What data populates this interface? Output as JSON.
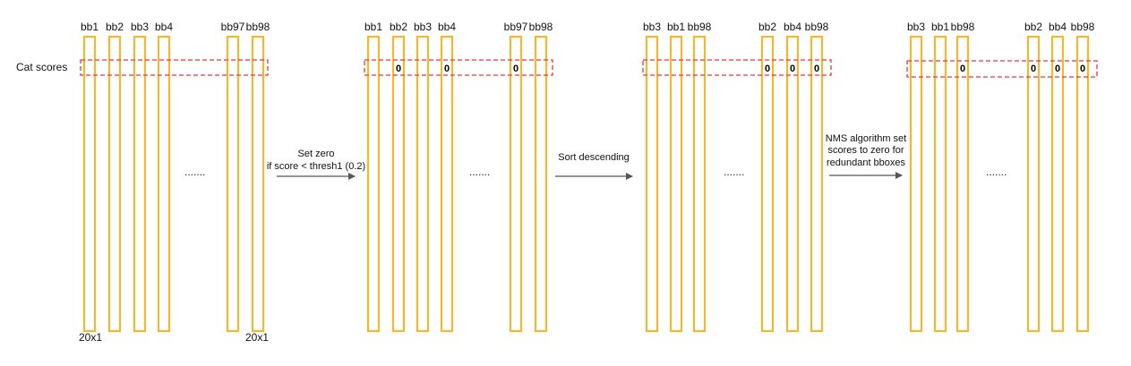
{
  "row_label": "Cat scores",
  "dim_label_left": "20x1",
  "dim_label_right": "20x1",
  "ellipsis": ".......",
  "colors": {
    "bar": "#f4b731",
    "box": "#e8373d",
    "arrow": "#555555"
  },
  "stages": [
    {
      "labels": [
        "bb1",
        "bb2",
        "bb3",
        "bb4",
        "bb97",
        "bb98"
      ],
      "zeros": [
        "",
        "",
        "",
        "",
        "",
        ""
      ]
    },
    {
      "labels": [
        "bb1",
        "bb2",
        "bb3",
        "bb4",
        "bb97",
        "bb98"
      ],
      "zeros": [
        "",
        "0",
        "",
        "0",
        "0",
        ""
      ]
    },
    {
      "labels": [
        "bb3",
        "bb1",
        "bb98",
        "bb2",
        "bb4",
        "bb98"
      ],
      "zeros": [
        "",
        "",
        "",
        "0",
        "0",
        "0"
      ]
    },
    {
      "labels": [
        "bb3",
        "bb1",
        "bb98",
        "bb2",
        "bb4",
        "bb98"
      ],
      "zeros": [
        "",
        "",
        "0",
        "0",
        "0",
        "0"
      ]
    }
  ],
  "arrows": [
    {
      "lines": [
        "Set zero",
        "if score < thresh1 (0.2)"
      ]
    },
    {
      "lines": [
        "Sort descending"
      ]
    },
    {
      "lines": [
        "NMS algorithm set",
        "scores to zero for",
        "redundant bboxes"
      ]
    }
  ]
}
